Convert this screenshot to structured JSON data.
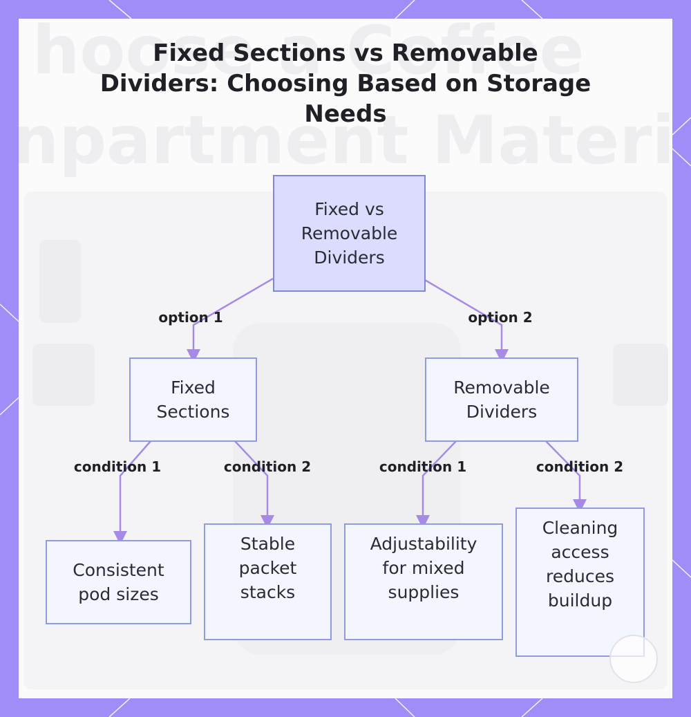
{
  "title": {
    "line1": "Fixed Sections vs Removable",
    "line2": "Dividers: Choosing Based on Storage",
    "line3": "Needs"
  },
  "colors": {
    "frame": "#a28cf7",
    "edge": "#a68ae6",
    "node_border": "#8f9ae0",
    "root_fill": "#dcdcfe",
    "node_fill": "#f3f5ff"
  },
  "nodes": {
    "root": "Fixed vs\nRemovable\nDividers",
    "fixed": "Fixed\nSections",
    "removable": "Removable\nDividers",
    "leaf1": "Consistent\npod sizes",
    "leaf2": "Stable\npacket\nstacks",
    "leaf3": "Adjustability\nfor mixed\nsupplies",
    "leaf4": "Cleaning\naccess\nreduces\nbuildup"
  },
  "edges": {
    "option1": "option 1",
    "option2": "option 2",
    "fixed_cond1": "condition 1",
    "fixed_cond2": "condition 2",
    "removable_cond1": "condition 1",
    "removable_cond2": "condition 2"
  }
}
